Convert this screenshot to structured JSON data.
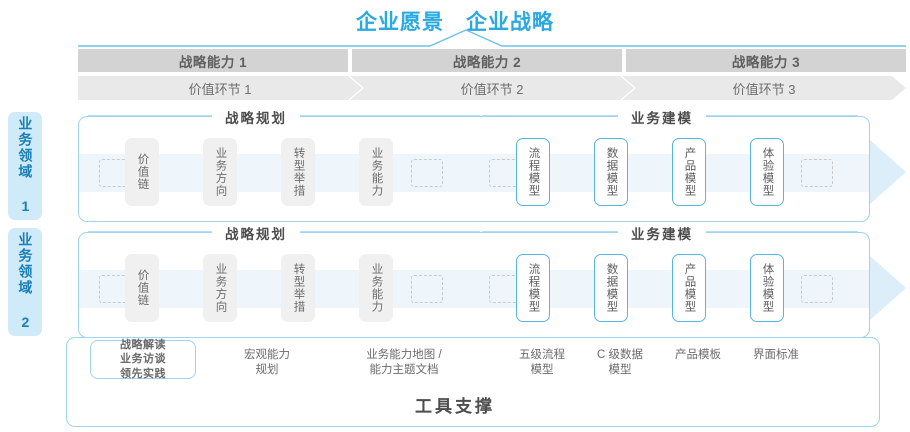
{
  "header": {
    "title_left": "企业愿景",
    "title_right": "企业战略",
    "accent_color": "#2aa9e0"
  },
  "capabilities": [
    {
      "label": "战略能力 1"
    },
    {
      "label": "战略能力 2"
    },
    {
      "label": "战略能力 3"
    }
  ],
  "value_chain": [
    {
      "label": "价值环节 1"
    },
    {
      "label": "价值环节 2"
    },
    {
      "label": "价值环节 3"
    }
  ],
  "domains": [
    {
      "tab_label": "业务领域 1",
      "sections": [
        {
          "label": "战略规划"
        },
        {
          "label": "业务建模"
        }
      ],
      "nodes": [
        {
          "label": "价值链",
          "style": "gray"
        },
        {
          "label": "业务方向",
          "style": "gray"
        },
        {
          "label": "转型举措",
          "style": "gray"
        },
        {
          "label": "业务能力",
          "style": "gray"
        },
        {
          "label": "流程模型",
          "style": "blue"
        },
        {
          "label": "数据模型",
          "style": "blue"
        },
        {
          "label": "产品模型",
          "style": "blue"
        },
        {
          "label": "体验模型",
          "style": "blue"
        }
      ]
    },
    {
      "tab_label": "业务领域 2",
      "sections": [
        {
          "label": "战略规划"
        },
        {
          "label": "业务建模"
        }
      ],
      "nodes": [
        {
          "label": "价值链",
          "style": "gray"
        },
        {
          "label": "业务方向",
          "style": "gray"
        },
        {
          "label": "转型举措",
          "style": "gray"
        },
        {
          "label": "业务能力",
          "style": "gray"
        },
        {
          "label": "流程模型",
          "style": "blue"
        },
        {
          "label": "数据模型",
          "style": "blue"
        },
        {
          "label": "产品模型",
          "style": "blue"
        },
        {
          "label": "体验模型",
          "style": "blue"
        }
      ]
    }
  ],
  "tool_support": {
    "title": "工具支撑",
    "interpretation_box": "战略解读\n业务访谈\n领先实践",
    "interpretation_lines": [
      "战略解读",
      "业务访谈",
      "领先实践"
    ],
    "labels": [
      {
        "line1": "宏观能力",
        "line2": "规划"
      },
      {
        "line1": "业务能力地图 /",
        "line2": "能力主题文档"
      },
      {
        "line1": "五级流程",
        "line2": "模型"
      },
      {
        "line1": "C 级数据",
        "line2": "模型"
      },
      {
        "line1": "产品模板",
        "line2": ""
      },
      {
        "line1": "界面标准",
        "line2": ""
      }
    ]
  },
  "colors": {
    "blue_accent": "#2aa9e0",
    "blue_border": "#9ed4ec",
    "blue_node_border": "#59b4e0",
    "blue_tab_bg": "#cfeaf8",
    "blue_tab_text": "#1a7fb5",
    "band_bg": "#eef6fc",
    "arrow_bg": "#dbeef9",
    "gray_cap": "#d3d3d3",
    "gray_vc": "#e9e9e9",
    "gray_node": "#f0f0f0",
    "text_gray": "#6b6b6b"
  }
}
